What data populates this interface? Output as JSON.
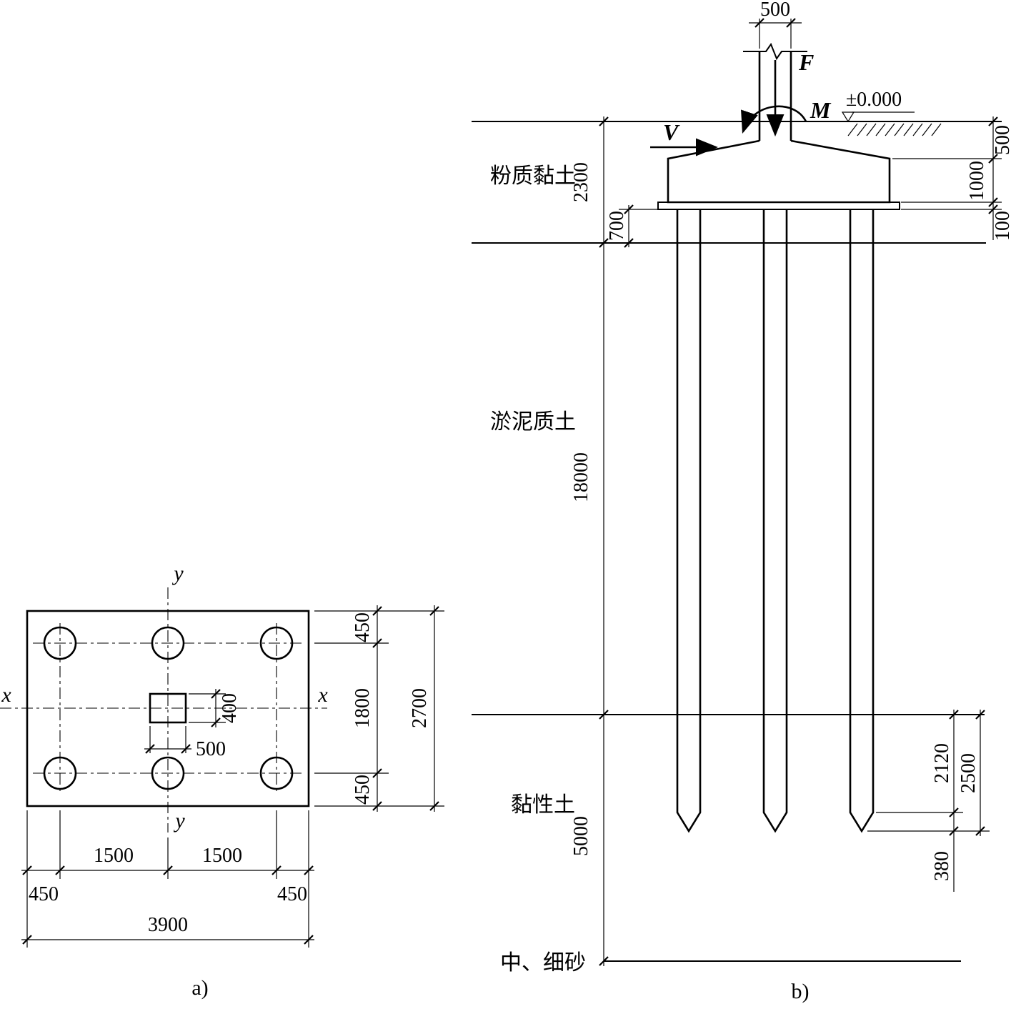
{
  "figure": {
    "caption_a": "a)",
    "caption_b": "b)"
  },
  "plan": {
    "axis_x_left": "x",
    "axis_x_right": "x",
    "axis_y_top": "y",
    "axis_y_bottom": "y",
    "dim_edge_top": "450",
    "dim_row_spacing": "1800",
    "dim_edge_bottom": "450",
    "dim_total_depth": "2700",
    "dim_col_spacing_left": "1500",
    "dim_col_spacing_right": "1500",
    "dim_edge_left": "450",
    "dim_edge_right": "450",
    "dim_total_width": "3900",
    "dim_column_width": "500",
    "dim_column_depth": "400"
  },
  "section": {
    "dim_column_width": "500",
    "load_axial": "F",
    "load_moment": "M",
    "load_shear": "V",
    "ground_level": "±0.000",
    "dim_cap_embed": "500",
    "dim_cap_height": "1000",
    "dim_cushion": "100",
    "dim_layer1_thickness": "2300",
    "dim_layer2_thickness": "18000",
    "dim_layer3_thickness": "5000",
    "dim_cap_to_layer1_bottom": "700",
    "dim_tip_to_taper": "2120",
    "dim_tip_embedment": "2500",
    "dim_tip_taper": "380",
    "soil_layer1": "粉质黏土",
    "soil_layer2": "淤泥质土",
    "soil_layer3": "黏性土",
    "soil_layer4": "中、细砂"
  }
}
